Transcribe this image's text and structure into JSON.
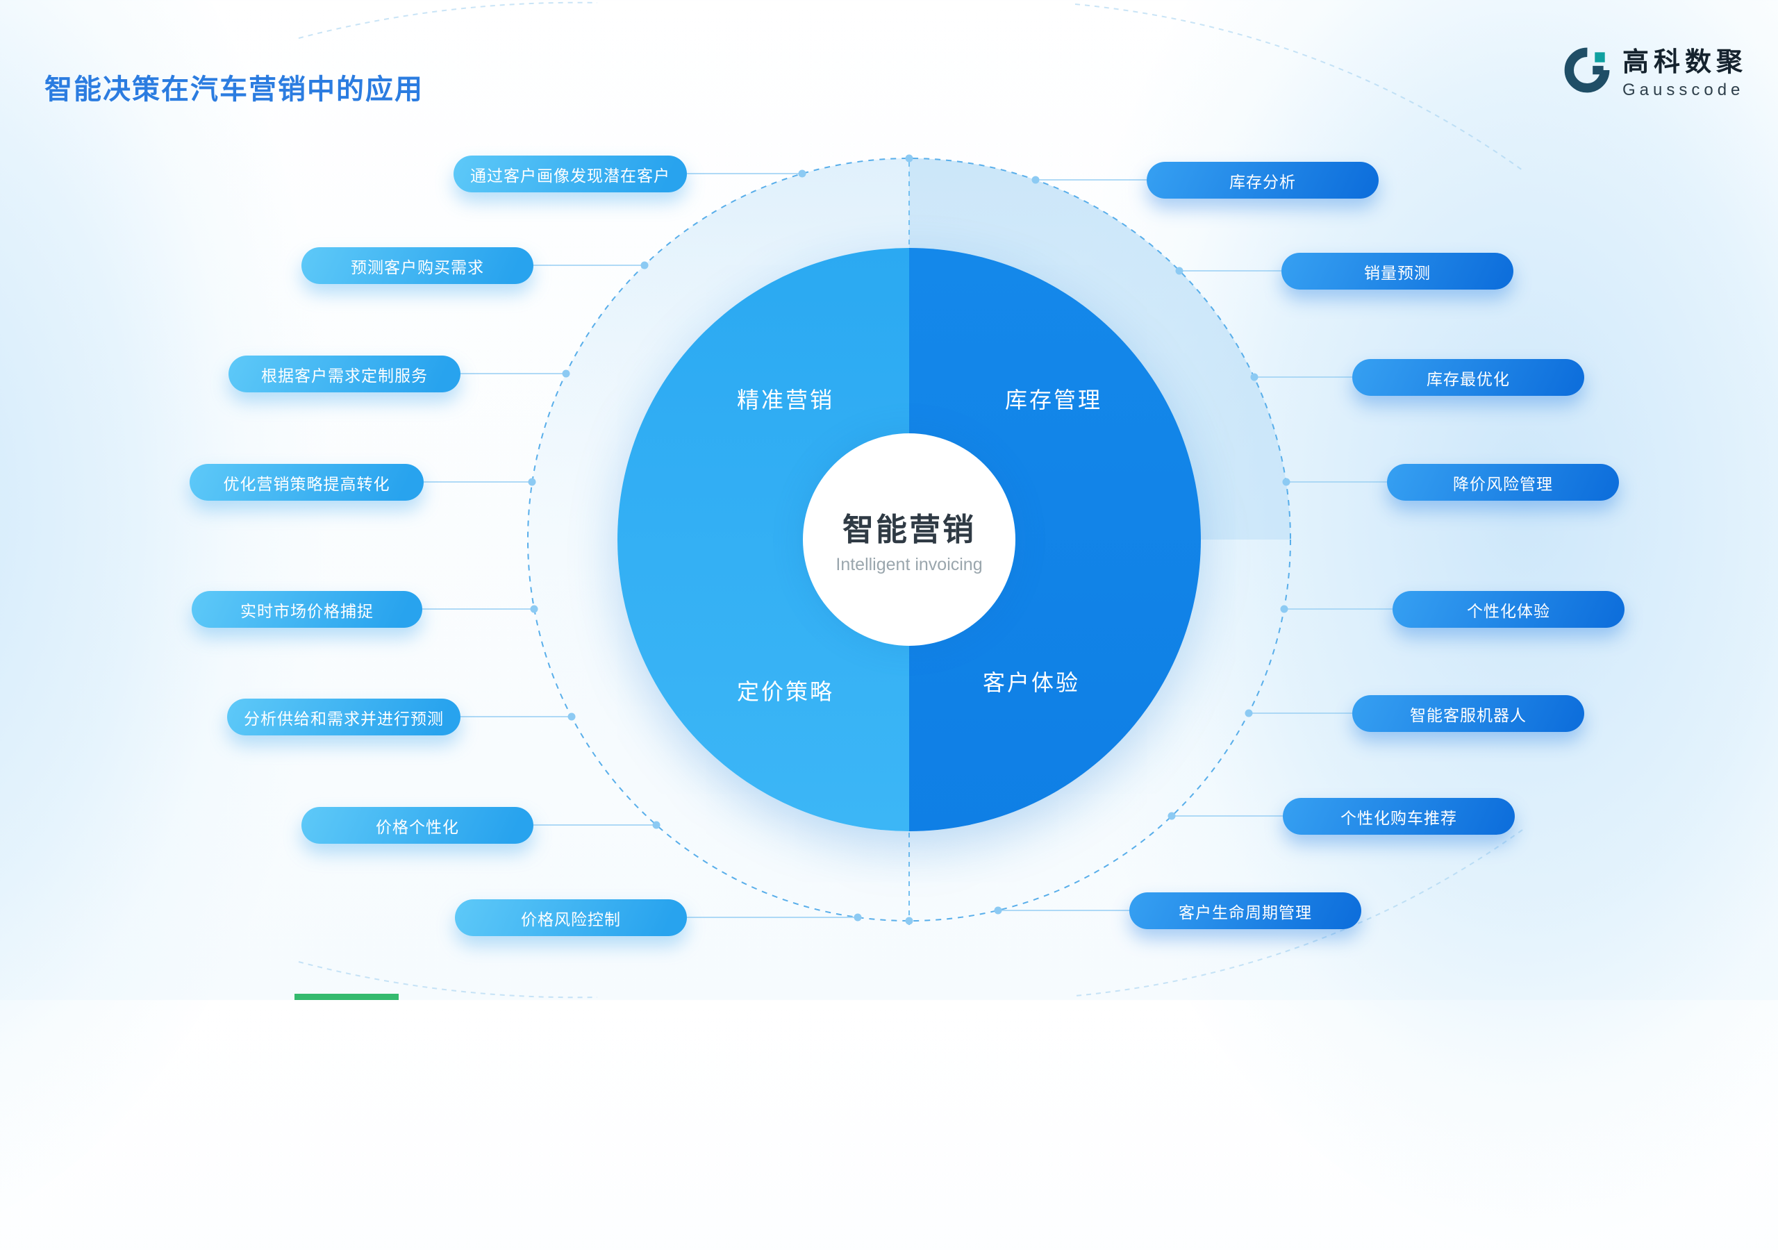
{
  "title": "智能决策在汽车营销中的应用",
  "logo": {
    "name": "高科数聚",
    "subtitle": "Gausscode"
  },
  "center": {
    "title": "智能营销",
    "subtitle": "Intelligent invoicing"
  },
  "quadrants": {
    "top_left": "精准营销",
    "top_right": "库存管理",
    "bottom_left": "定价策略",
    "bottom_right": "客户体验"
  },
  "pills": {
    "left": [
      "通过客户画像发现潜在客户",
      "预测客户购买需求",
      "根据客户需求定制服务",
      "优化营销策略提高转化",
      "实时市场价格捕捉",
      "分析供给和需求并进行预测",
      "价格个性化",
      "价格风险控制"
    ],
    "right": [
      "库存分析",
      "销量预测",
      "库存最优化",
      "降价风险管理",
      "个性化体验",
      "智能客服机器人",
      "个性化购车推荐",
      "客户生命周期管理"
    ]
  },
  "colors": {
    "title_blue": "#2b7ce0",
    "donut_left_half": "#2fa9f1",
    "donut_right_half": "#1385e8",
    "pill_left_gradient": [
      "#5ec9f8",
      "#28a3ee"
    ],
    "pill_right_gradient": [
      "#36a0f2",
      "#0e6fdc"
    ],
    "dashed_line": "#58aeea",
    "logo_dark": "#1f4e66",
    "logo_teal": "#0fa0a0",
    "bottom_accent": "#35ba6e"
  }
}
